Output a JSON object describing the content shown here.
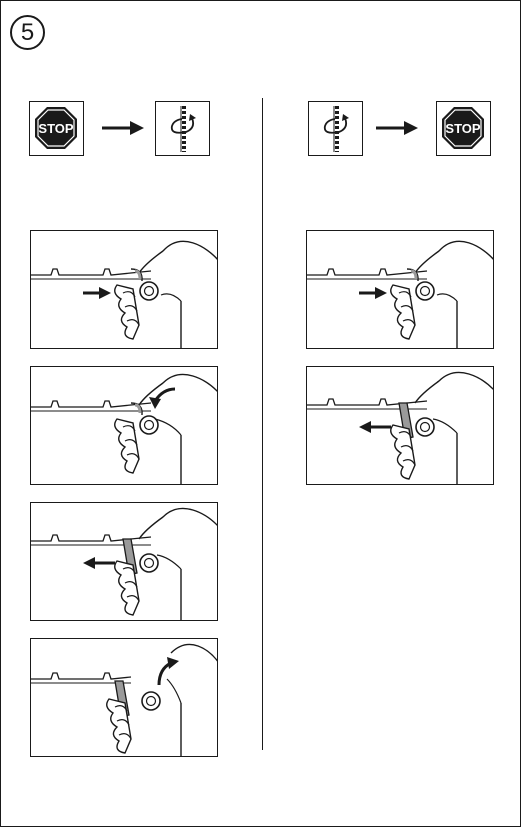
{
  "step": {
    "number": "5"
  },
  "stop_sign": {
    "text": "STOP"
  },
  "colors": {
    "ink": "#1a1a1a",
    "lever_shade": "#9a9a9a",
    "paper": "#ffffff"
  },
  "left_column": {
    "sequence": [
      "stop-sign",
      "arrow-right",
      "rotating-drill-bit"
    ],
    "steps": [
      {
        "arrow": "push-right",
        "lever": "up"
      },
      {
        "arrow": "curve-down",
        "lever": "up"
      },
      {
        "arrow": "pull-left",
        "lever": "down"
      },
      {
        "arrow": "curve-up",
        "lever": "down"
      }
    ]
  },
  "right_column": {
    "sequence": [
      "rotating-drill-bit",
      "arrow-right",
      "stop-sign"
    ],
    "steps": [
      {
        "arrow": "push-right",
        "lever": "up"
      },
      {
        "arrow": "pull-left",
        "lever": "down"
      }
    ]
  }
}
